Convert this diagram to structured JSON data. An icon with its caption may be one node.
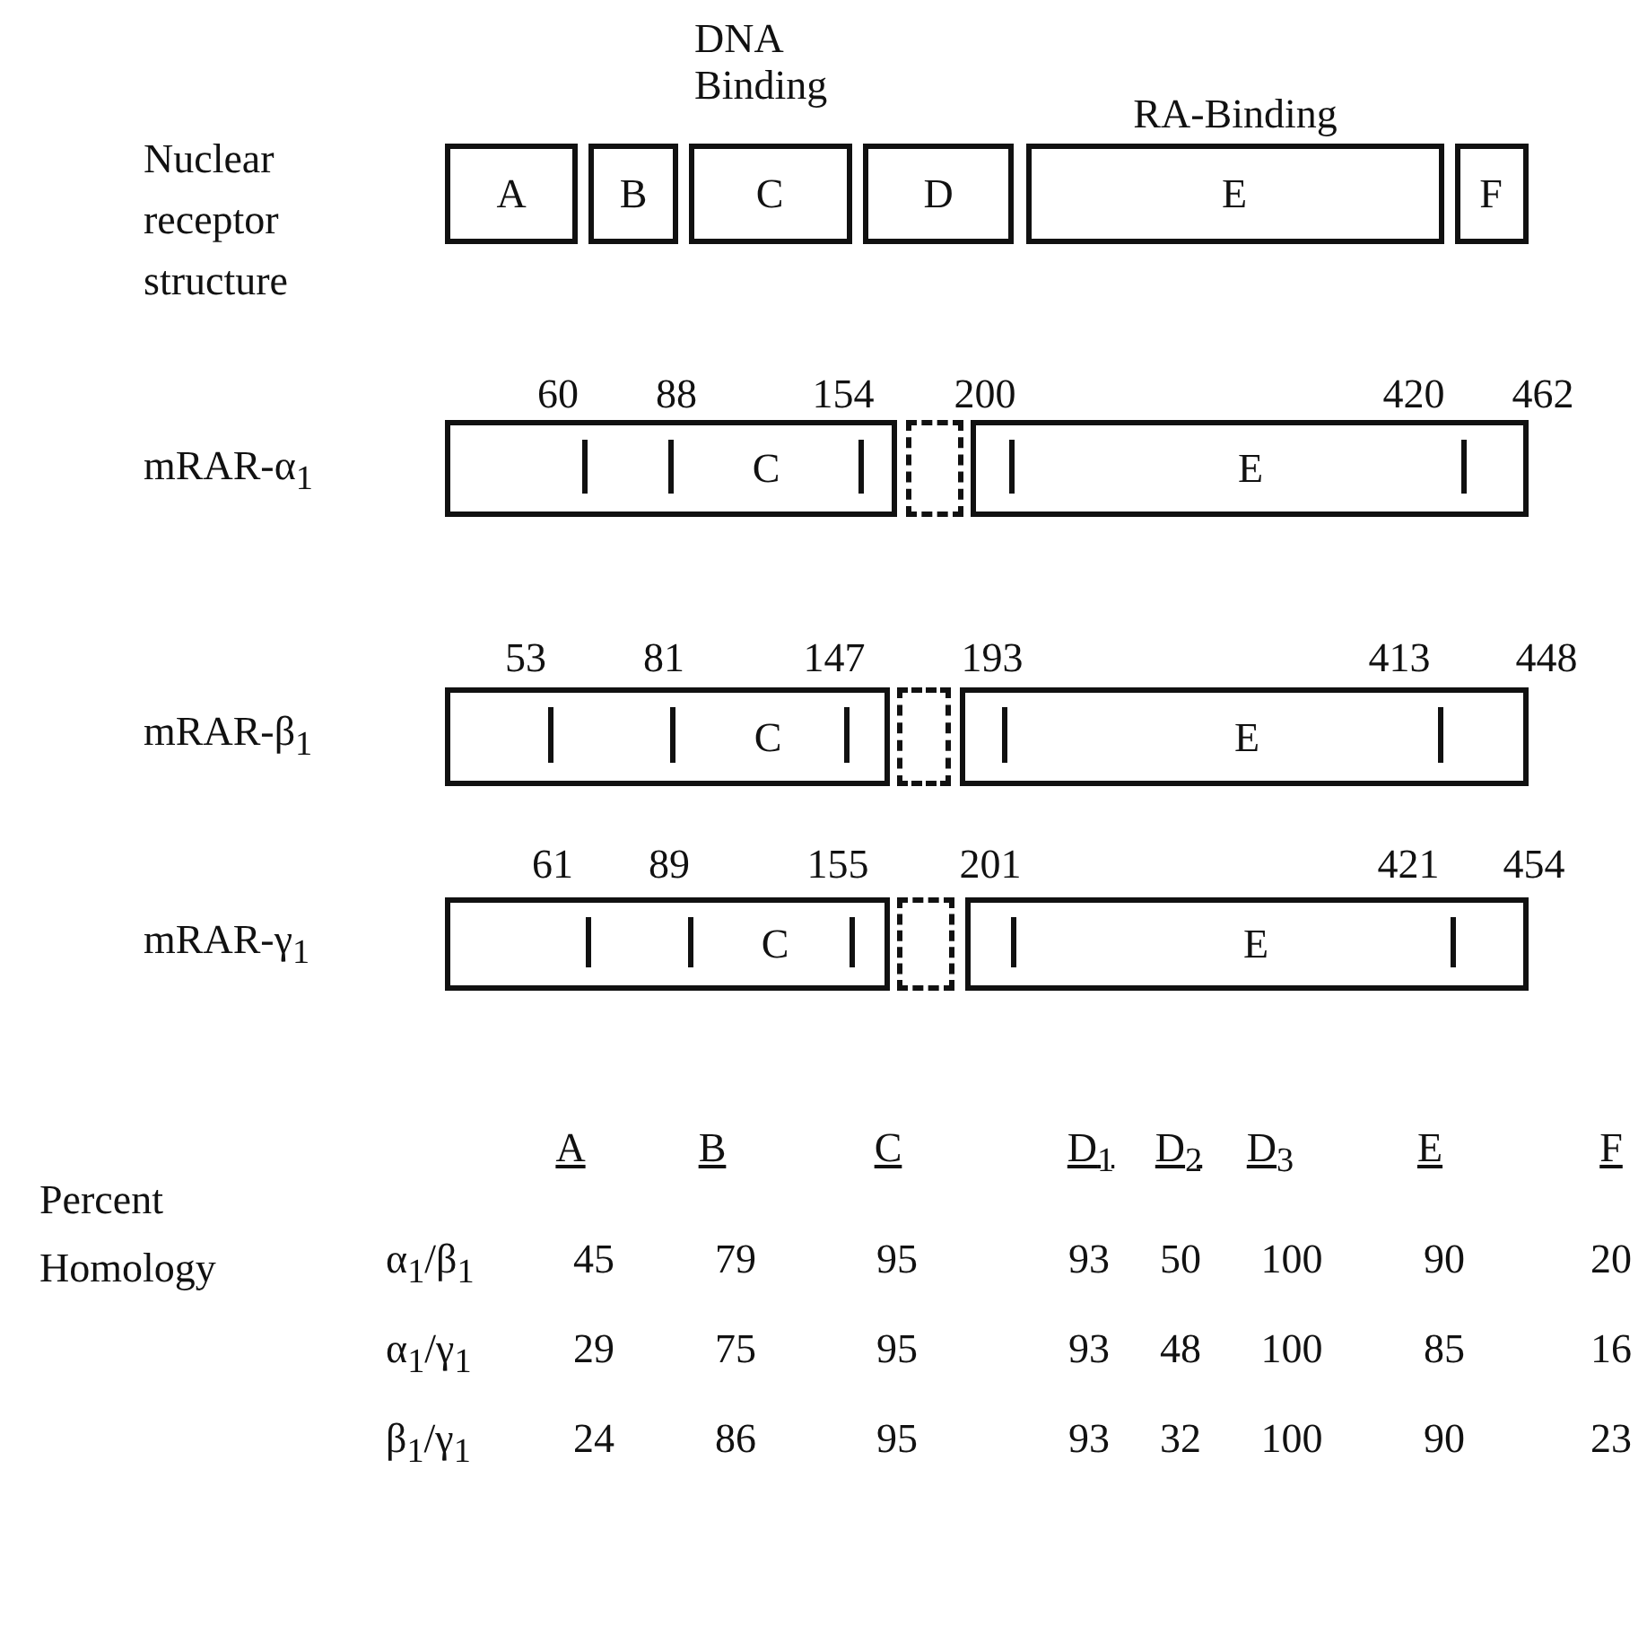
{
  "diagram": {
    "nodes": [
      {
        "text": [
          "A"
        ]
      },
      {
        "text": [
          "B"
        ]
      },
      {
        "text": [
          "C"
        ],
        "beside": [
          "DNA Binding"
        ]
      },
      {
        "text": [
          "D"
        ]
      },
      {
        "text": [
          "E"
        ],
        "beside": [
          "RA-Binding"
        ]
      },
      {
        "text": [
          "F"
        ]
      },
      {
        "text": [
          "C"
        ]
      },
      {
        "text": [],
        "shape": "box"
      },
      {
        "text": [
          "E"
        ]
      },
      {
        "text": [
          "C"
        ]
      },
      {
        "text": [],
        "shape": "box"
      },
      {
        "text": [
          "E"
        ]
      },
      {
        "text": [
          "C"
        ]
      },
      {
        "text": [],
        "shape": "box"
      },
      {
        "text": [
          "E"
        ]
      }
    ],
    "labels": [
      "Nuclear receptor structure",
      "60",
      "88",
      "154",
      "200",
      "420",
      "462",
      "mRAR-α$_{1}$",
      "53",
      "81",
      "147",
      "193",
      "413",
      "448",
      "mRAR-β$_{1}$",
      "61",
      "89",
      "155",
      "201",
      "421",
      "454",
      "mRAR-γ$_{1}$",
      "A",
      "B",
      "C",
      "D$_{1}$",
      "D$_{2}$",
      "D$_{3}$",
      "E",
      "F",
      "Percent Homology",
      "α$_{1}$/β$_{1}$",
      "45",
      "79",
      "95",
      "93",
      "50",
      "100",
      "90",
      "20",
      "α$_{1}$/γ$_{1}$",
      "29",
      "75",
      "95",
      "93",
      "48",
      "100",
      "85",
      "16",
      "β$_{1}$/γ$_{1}$",
      "24",
      "86",
      "95",
      "93",
      "32",
      "100",
      "90",
      "23"
    ]
  }
}
